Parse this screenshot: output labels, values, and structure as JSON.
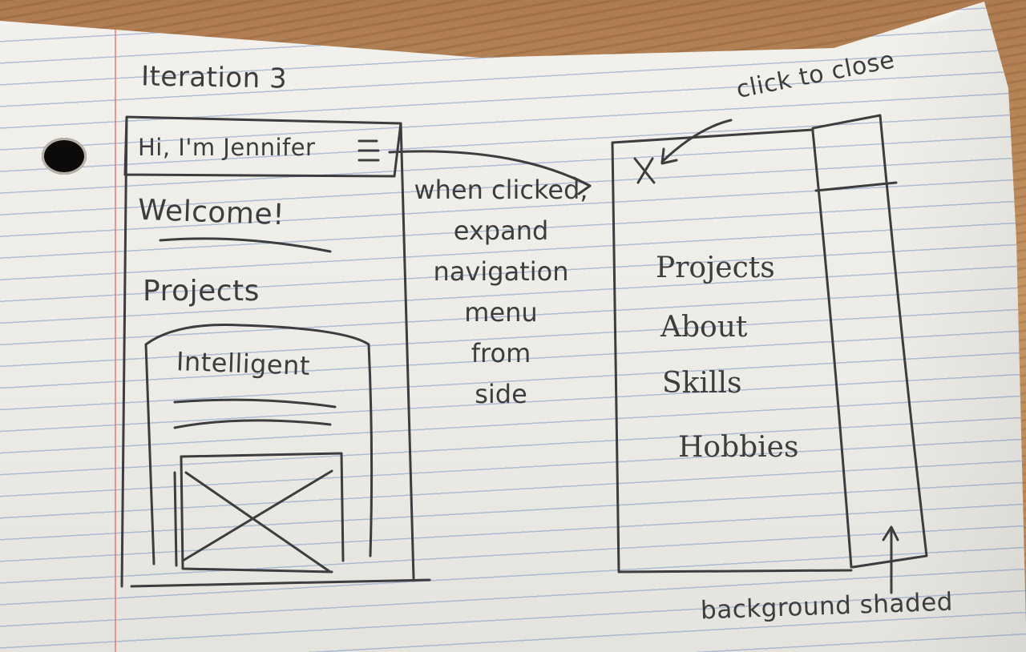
{
  "sheet_title": "Iteration 3",
  "left_wireframe": {
    "header_text": "Hi, I'm Jennifer",
    "hamburger_icon": "hamburger-menu-icon",
    "welcome_heading": "Welcome!",
    "projects_heading": "Projects",
    "project_card_title": "Intelligent"
  },
  "annotation_expand": [
    "when clicked,",
    "expand",
    "navigation",
    "menu",
    "from",
    "side"
  ],
  "right_wireframe": {
    "close_icon": "close-x-icon",
    "close_note": "click to close",
    "nav_items": [
      "Projects",
      "About",
      "Skills",
      "Hobbies"
    ],
    "background_note": "background shaded"
  },
  "colors": {
    "ink": "#3d3d3f",
    "paper": "#efeee9",
    "ruled_line": "#7d96c8",
    "margin_line": "#e17878",
    "desk": "#b9875a"
  }
}
